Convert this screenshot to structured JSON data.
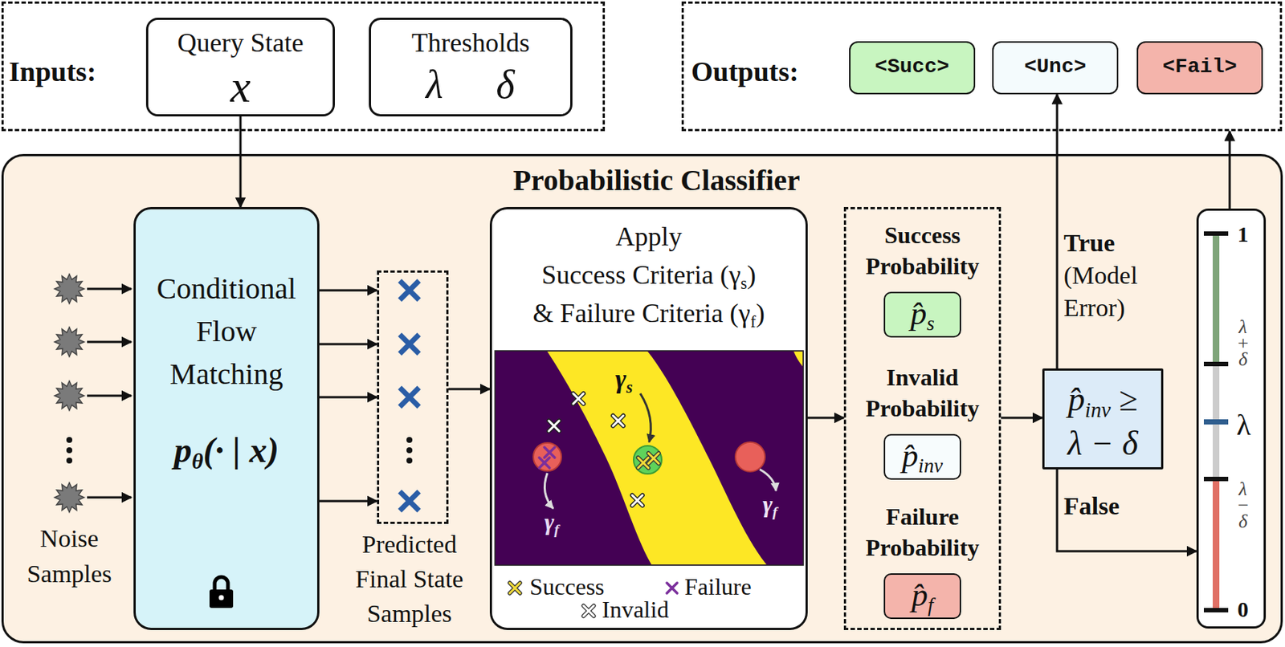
{
  "diagram": {
    "nodes": [
      {
        "text": [
          "Inputs:"
        ]
      },
      {
        "text": [
          "Query State",
          "x"
        ],
        "in": 0
      },
      {
        "text": [
          "Thresholds",
          "λ",
          "δ"
        ],
        "in": 0
      },
      {
        "text": [
          "Outputs:"
        ]
      },
      {
        "text": [
          "<Succ>"
        ],
        "in": 3
      },
      {
        "text": [
          "<Unc>"
        ],
        "in": 3
      },
      {
        "text": [
          "<Fail>"
        ],
        "in": 3
      },
      {
        "text": [
          "Probabilistic Classifier"
        ]
      },
      {
        "text": [
          "Conditional Flow Matching",
          "pθ(· | x)"
        ],
        "in": 7
      },
      {
        "text": [
          "Predicted Final State Samples"
        ],
        "in": 7
      },
      {
        "text": [
          "Apply Success Criteria (γs) & Failure Criteria (γf)"
        ],
        "in": 7
      },
      {
        "text": [
          "Success Probability",
          "Invalid Probability",
          "Failure Probability"
        ],
        "in": 7
      },
      {
        "text": [
          "p̂s"
        ],
        "in": 11
      },
      {
        "text": [
          "p̂inv"
        ],
        "in": 11
      },
      {
        "text": [
          "p̂f"
        ],
        "in": 11
      },
      {
        "text": [
          "p̂inv ≥ λ − δ"
        ],
        "in": 7
      },
      {
        "text": [
          "1",
          "λ + δ",
          "λ",
          "λ − δ",
          "0"
        ],
        "in": 7
      }
    ],
    "edges": [
      {
        "from": 1,
        "to": 8,
        "arrow": "to"
      },
      {
        "from": 8,
        "to": 9,
        "arrow": "to"
      },
      {
        "from": 8,
        "to": 9,
        "arrow": "to"
      },
      {
        "from": 8,
        "to": 9,
        "arrow": "to"
      },
      {
        "from": 8,
        "to": 9,
        "arrow": "to"
      },
      {
        "from": 9,
        "to": 10,
        "arrow": "to"
      },
      {
        "from": 10,
        "to": 11,
        "arrow": "to"
      },
      {
        "from": 11,
        "to": 15,
        "arrow": "to"
      },
      {
        "from": 15,
        "to": 5,
        "label": "True (Model Error)",
        "arrow": "to"
      },
      {
        "from": 15,
        "to": 16,
        "label": "False",
        "arrow": "to"
      },
      {
        "from": 16,
        "to": 3,
        "arrow": "to"
      }
    ],
    "labels": [
      "Noise Samples",
      "γs",
      "γf",
      "γf"
    ],
    "legend": [
      {
        "text": "Success"
      },
      {
        "text": "Failure"
      },
      {
        "text": "Invalid"
      }
    ]
  }
}
